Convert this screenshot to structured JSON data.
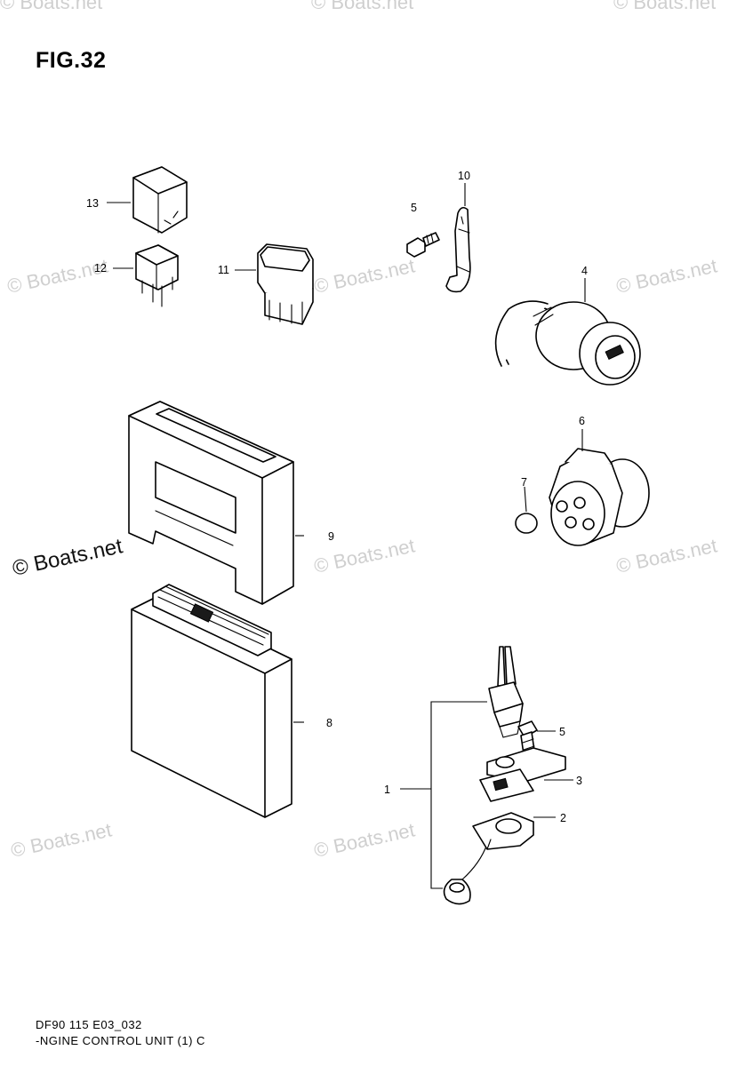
{
  "figure": {
    "title": "FIG.32",
    "code": "DF90 115 E03_032",
    "name": "-NGINE CONTROL UNIT (1) C"
  },
  "watermarks": [
    {
      "text": "© Boats.net",
      "tone": "light"
    },
    {
      "text": "© Boats.net",
      "tone": "light"
    },
    {
      "text": "© Boats.net",
      "tone": "light"
    },
    {
      "text": "© Boats.net",
      "tone": "light"
    },
    {
      "text": "© Boats.net",
      "tone": "light"
    },
    {
      "text": "© Boats.net",
      "tone": "light"
    },
    {
      "text": "© Boats.net",
      "tone": "light"
    },
    {
      "text": "© Boats.net",
      "tone": "light"
    },
    {
      "text": "© Boats.net",
      "tone": "light"
    },
    {
      "text": "© Boats.net",
      "tone": "light"
    },
    {
      "text": "© Boats.net",
      "tone": "dark"
    }
  ],
  "callouts": {
    "c1": "1",
    "c2": "2",
    "c3": "3",
    "c4": "4",
    "c5a": "5",
    "c5b": "5",
    "c6": "6",
    "c7": "7",
    "c8": "8",
    "c9": "9",
    "c10": "10",
    "c11": "11",
    "c12": "12",
    "c13": "13"
  },
  "colors": {
    "ink": "#000000",
    "watermark": "#cfcfcf",
    "background": "#ffffff"
  }
}
